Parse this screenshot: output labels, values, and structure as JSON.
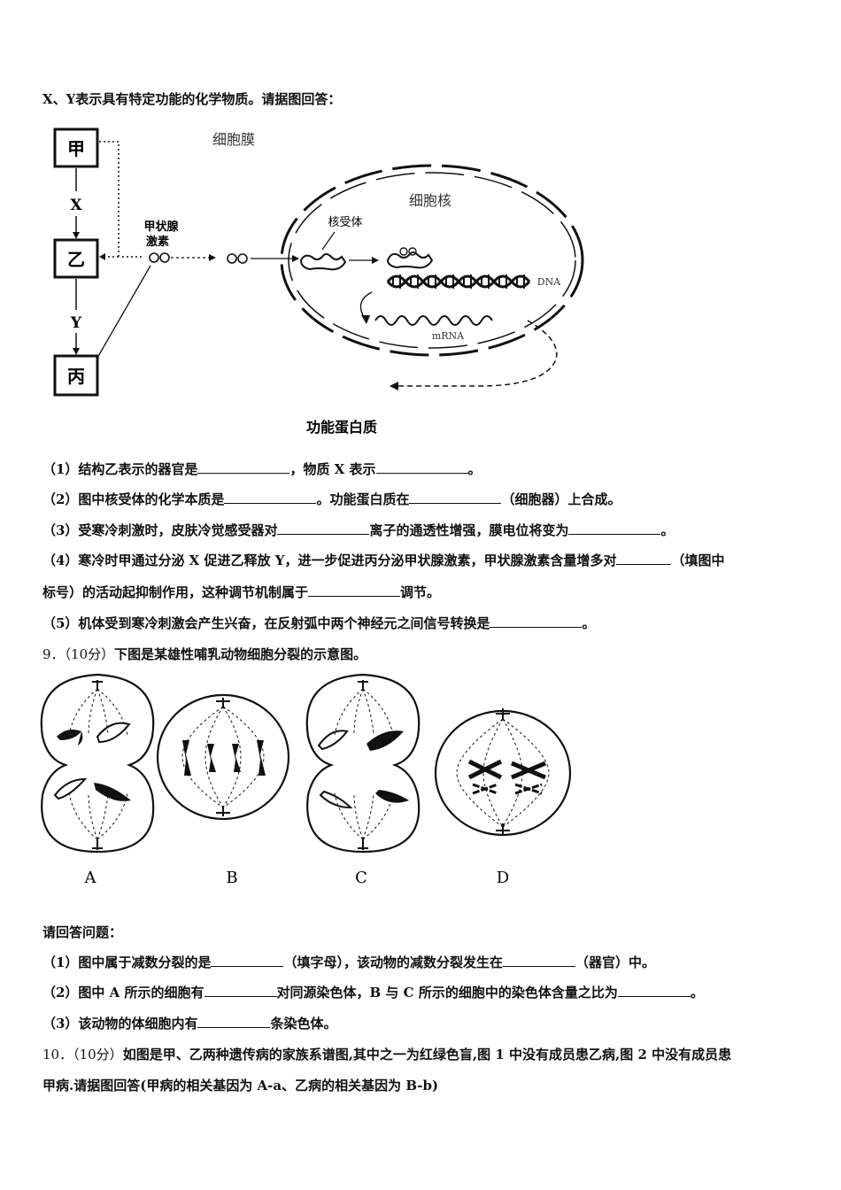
{
  "intro": "X、Y表示具有特定功能的化学物质。请据图回答：",
  "figure1": {
    "box_jia": "甲",
    "box_yi": "乙",
    "box_bing": "丙",
    "label_x": "X",
    "label_y": "Y",
    "hormone_line1": "甲状腺",
    "hormone_line2": "激素",
    "cell_membrane": "细胞膜",
    "nucleus": "细胞核",
    "receptor": "核受体",
    "dna": "DNA",
    "mrna": "mRNA",
    "functional_protein": "功能蛋白质"
  },
  "q8": {
    "p1_a": "（1）结构乙表示的器官是",
    "p1_b": "，物质 X 表示",
    "p1_c": "。",
    "p2_a": "（2）图中核受体的化学本质是",
    "p2_b": "。功能蛋白质在",
    "p2_c": "（细胞器）上合成。",
    "p3_a": "（3）受寒冷刺激时，皮肤冷觉感受器对",
    "p3_b": "离子的通透性增强，膜电位将变为",
    "p3_c": "。",
    "p4_a": "（4）寒冷时甲通过分泌 X 促进乙释放 Y，进一步促进丙分泌甲状腺激素，甲状腺激素含量增多对",
    "p4_b": "（填图中",
    "p4_c": "标号）的活动起抑制作用，这种调节机制属于",
    "p4_d": "调节。",
    "p5_a": "（5）机体受到寒冷刺激会产生兴奋，在反射弧中两个神经元之间信号转换是",
    "p5_b": "。"
  },
  "q9": {
    "num": "9．（10分）",
    "title": "下图是某雄性哺乳动物细胞分裂的示意图。",
    "labels": [
      "A",
      "B",
      "C",
      "D"
    ],
    "prompt": "请回答问题：",
    "p1_a": "（1）图中属于减数分裂的是",
    "p1_b": "（填字母），该动物的减数分裂发生在",
    "p1_c": "（器官）中。",
    "p2_a": "（2）图中 A 所示的细胞有",
    "p2_b": "对同源染色体，B 与 C 所示的细胞中的染色体含量之比为",
    "p2_c": "。",
    "p3_a": "（3）该动物的体细胞内有",
    "p3_b": "条染色体。"
  },
  "q10": {
    "num": "10．（10分）",
    "line1": "如图是甲、乙两种遗传病的家族系谱图,其中之一为红绿色盲,图 1 中没有成员患乙病,图 2 中没有成员患",
    "line2": "甲病.请据图回答(甲病的相关基因为 A-a、乙病的相关基因为 B-b)"
  }
}
